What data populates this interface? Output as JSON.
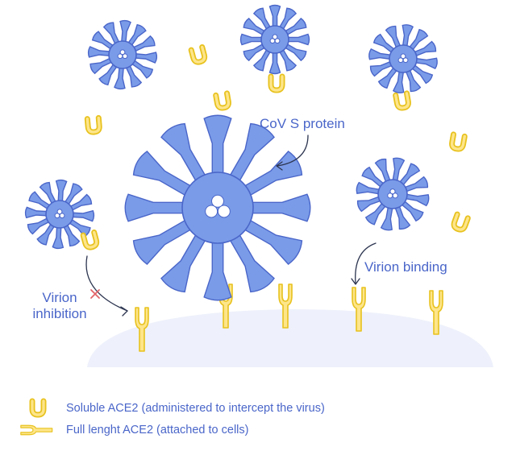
{
  "colors": {
    "virus_body": "#7a9be8",
    "virus_outline": "#4a66c9",
    "ace2_fill": "#fde58a",
    "ace2_stroke": "#e8c21e",
    "cell": "#eef1fb",
    "text": "#4a66c9",
    "arrow": "#2c3550",
    "cross": "#e2656a"
  },
  "labels": {
    "spike_protein": "CoV S protein",
    "binding": "Virion binding",
    "inhibition_line1": "Virion",
    "inhibition_line2": "inhibition"
  },
  "legend": {
    "soluble": "Soluble ACE2 (administered to intercept the virus)",
    "full_length": "Full lenght ACE2 (attached to cells)"
  }
}
